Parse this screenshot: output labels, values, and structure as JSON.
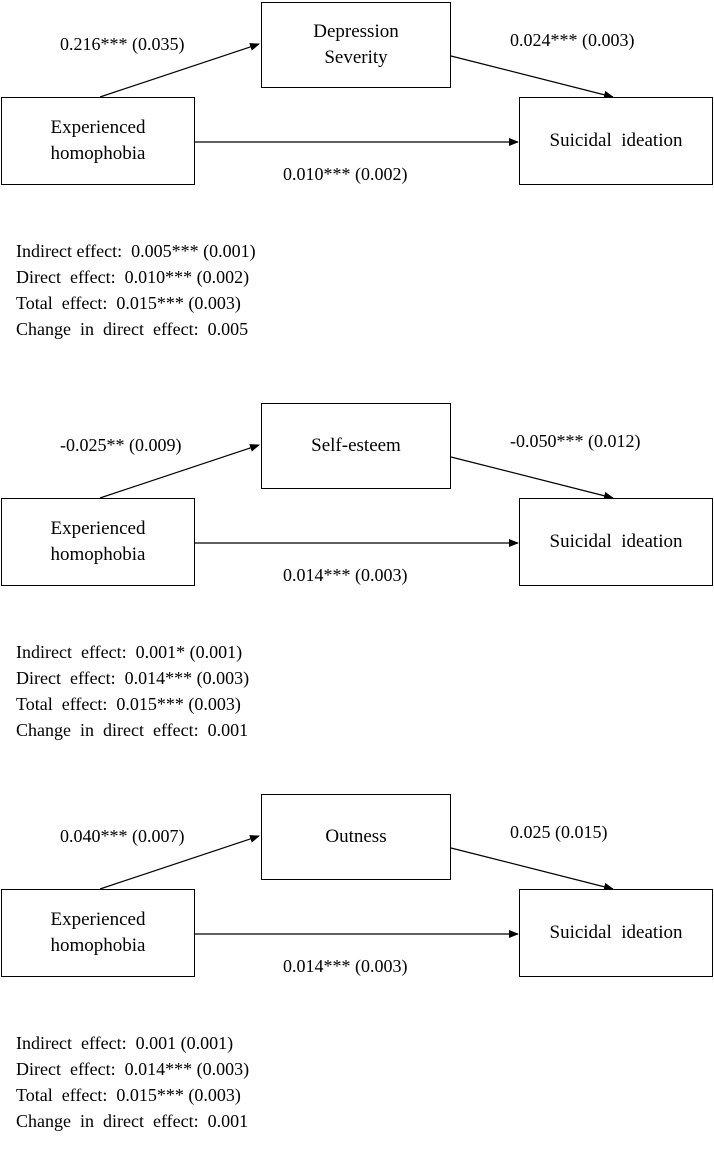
{
  "panels": [
    {
      "x_label_line1": "Experienced",
      "x_label_line2": "homophobia",
      "mediator_line1": "Depression",
      "mediator_line2": "Severity",
      "y_label": "Suicidal  ideation",
      "path_a": "0.216*** (0.035)",
      "path_b": "0.024*** (0.003)",
      "path_c": "0.010*** (0.002)",
      "indirect": "Indirect effect:  0.005*** (0.001)",
      "direct": "Direct  effect:  0.010*** (0.002)",
      "total": "Total  effect:  0.015*** (0.003)",
      "change": "Change  in  direct  effect:  0.005"
    },
    {
      "x_label_line1": "Experienced",
      "x_label_line2": "homophobia",
      "mediator_line1": "Self-esteem",
      "mediator_line2": "",
      "y_label": "Suicidal  ideation",
      "path_a": "-0.025** (0.009)",
      "path_b": "-0.050*** (0.012)",
      "path_c": "0.014*** (0.003)",
      "indirect": "Indirect  effect:  0.001* (0.001)",
      "direct": "Direct  effect:  0.014*** (0.003)",
      "total": "Total  effect:  0.015*** (0.003)",
      "change": "Change  in  direct  effect:  0.001"
    },
    {
      "x_label_line1": "Experienced",
      "x_label_line2": "homophobia",
      "mediator_line1": "Outness",
      "mediator_line2": "",
      "y_label": "Suicidal  ideation",
      "path_a": "0.040*** (0.007)",
      "path_b": "0.025 (0.015)",
      "path_c": "0.014*** (0.003)",
      "indirect": "Indirect  effect:  0.001 (0.001)",
      "direct": "Direct  effect:  0.014*** (0.003)",
      "total": "Total  effect:  0.015*** (0.003)",
      "change": "Change  in  direct  effect:  0.001"
    }
  ]
}
